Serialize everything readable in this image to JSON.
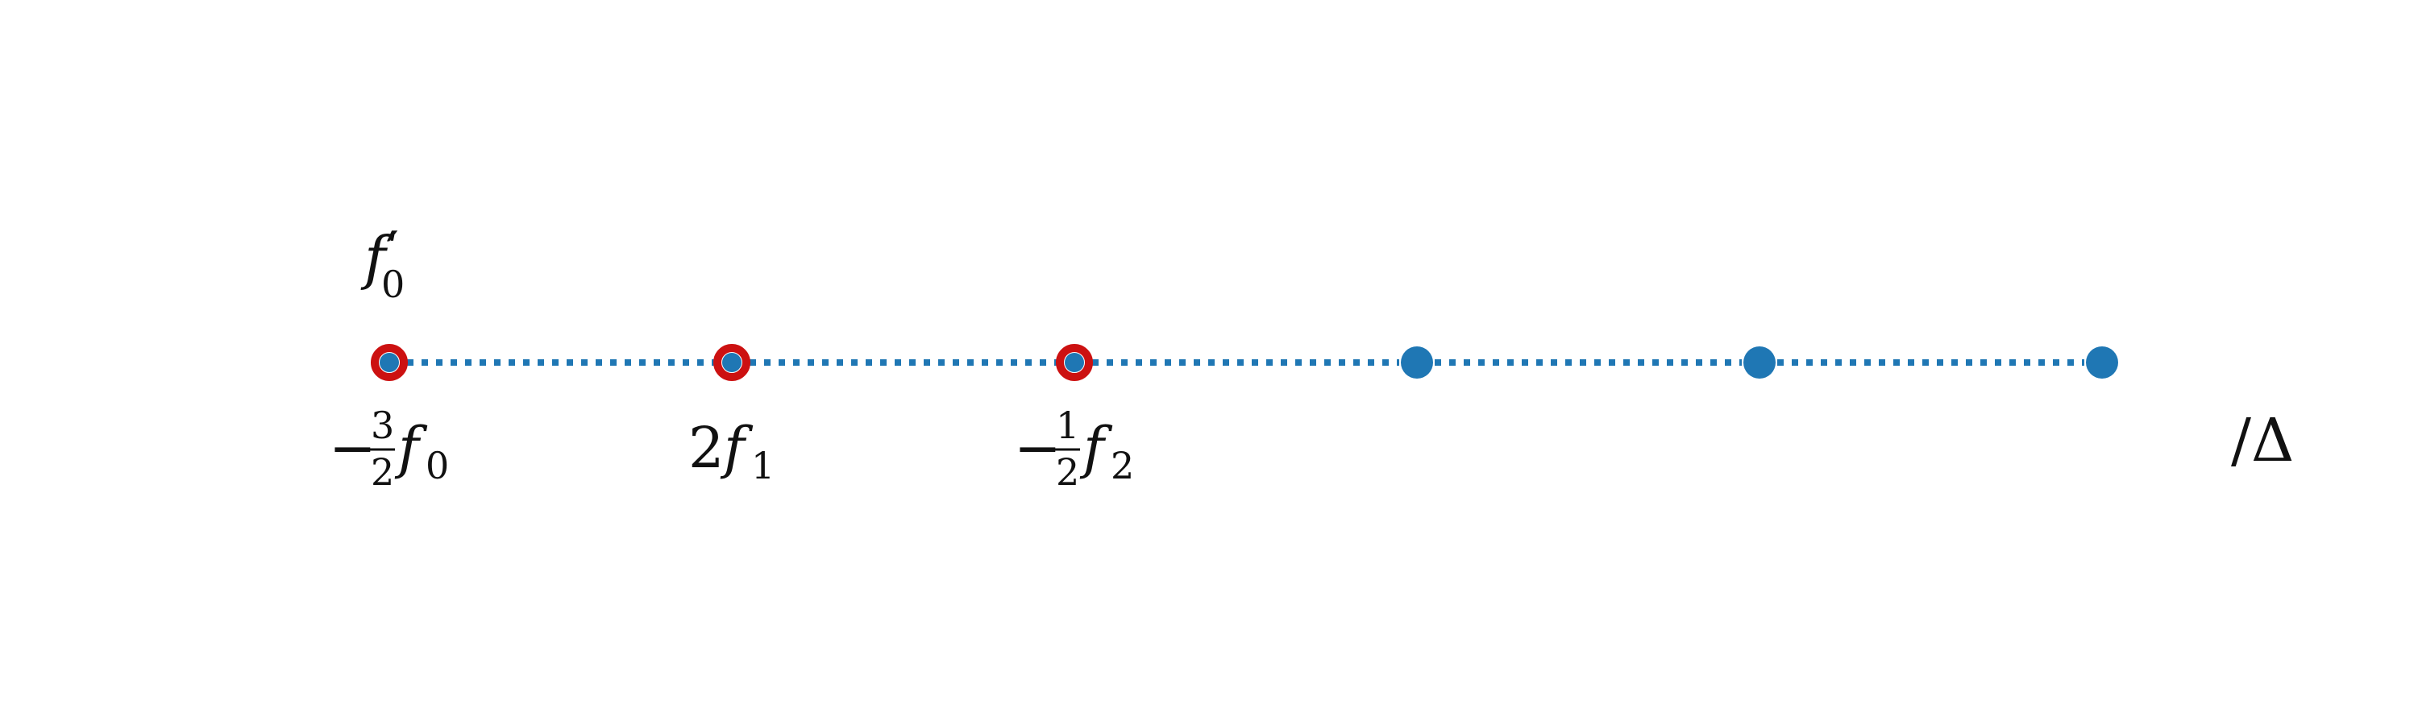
{
  "colors": {
    "node_fill": "#1f77b4",
    "highlight_ring": "#cc1111",
    "connector": "#1f77b4",
    "text": "#111111"
  },
  "top_label": {
    "base": "f",
    "prime": "′",
    "sub": "0"
  },
  "nodes": [
    {
      "highlighted": true,
      "label": {
        "sign": "−",
        "num": "3",
        "den": "2",
        "coef": "",
        "var": "f",
        "sub": "0"
      }
    },
    {
      "highlighted": true,
      "label": {
        "sign": "",
        "num": "",
        "den": "",
        "coef": "2",
        "var": "f",
        "sub": "1"
      }
    },
    {
      "highlighted": true,
      "label": {
        "sign": "−",
        "num": "1",
        "den": "2",
        "coef": "",
        "var": "f",
        "sub": "2"
      }
    },
    {
      "highlighted": false,
      "label": null
    },
    {
      "highlighted": false,
      "label": null
    },
    {
      "highlighted": false,
      "label": null
    }
  ],
  "end_label": {
    "slash": "/",
    "symbol": "Δ"
  }
}
